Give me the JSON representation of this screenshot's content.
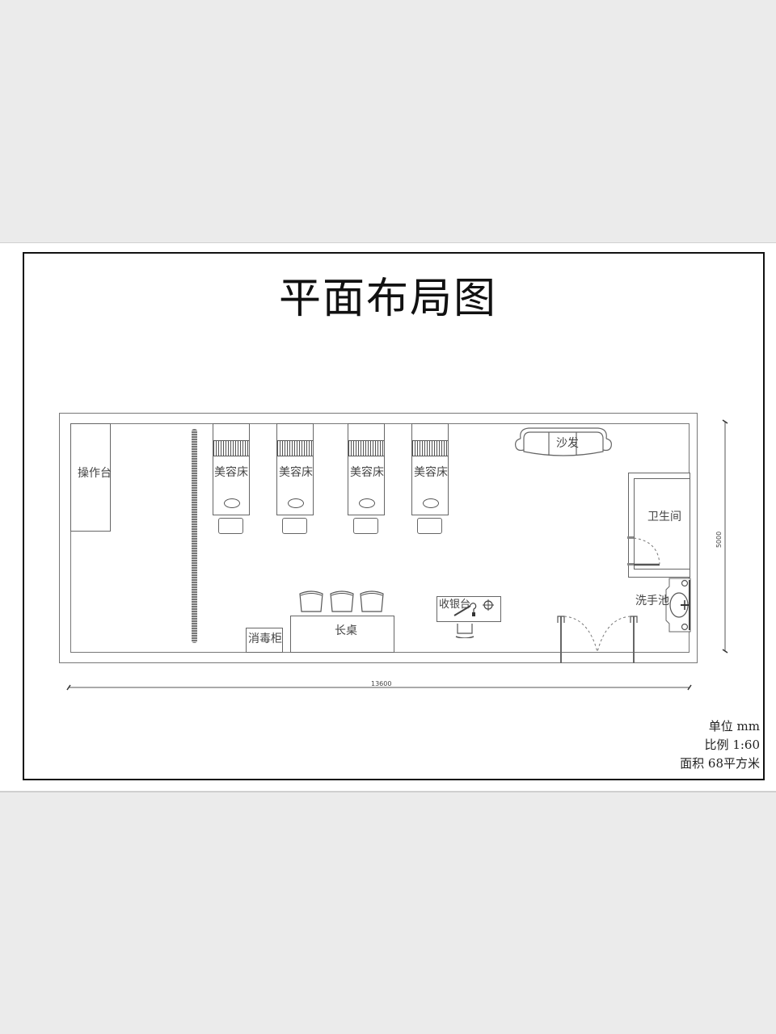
{
  "drawing": {
    "title": "平面布局图",
    "rooms_and_furniture": {
      "work_counter": "操作台",
      "beauty_beds": [
        "美容床",
        "美容床",
        "美容床",
        "美容床"
      ],
      "sofa": "沙发",
      "restroom": "卫生间",
      "wash_basin": "洗手池",
      "disinfection_cabinet": "消毒柜",
      "long_table": "长桌",
      "cashier_desk": "收银台"
    },
    "dimensions": {
      "width": "13600",
      "depth": "5000"
    },
    "notes": {
      "unit": "单位 mm",
      "scale": "比例 1:60",
      "area": "面积 68平方米"
    }
  },
  "colors": {
    "background": "#ebebeb",
    "paper": "#ffffff",
    "frame": "#111111",
    "lines": "#666666"
  }
}
